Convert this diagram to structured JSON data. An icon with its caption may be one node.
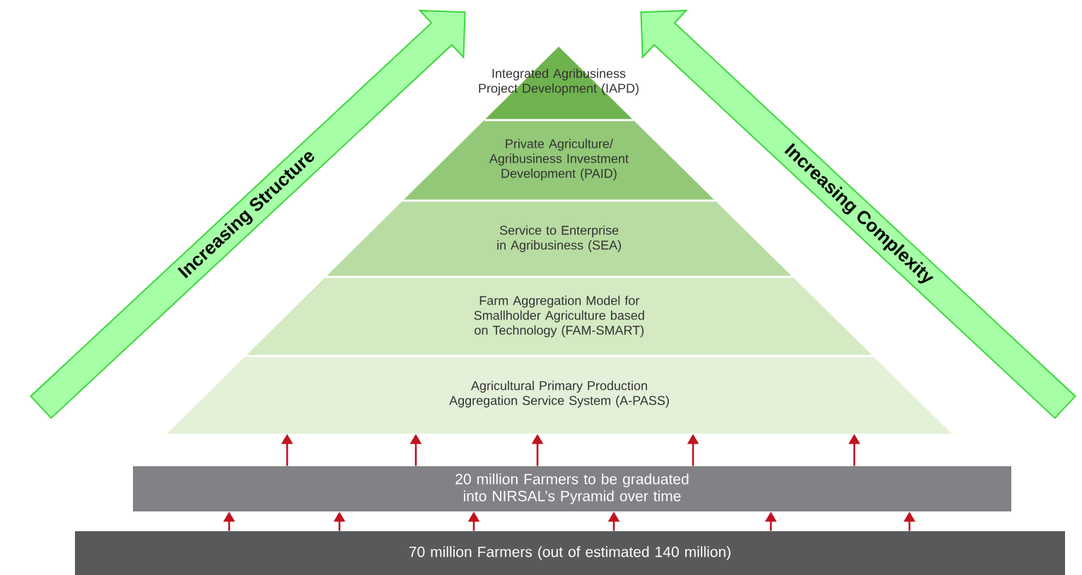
{
  "diagram": {
    "nodes": [
      {
        "text": [
          "Integrated Agribusiness Project Development (IAPD)"
        ]
      },
      {
        "text": [
          "Private Agriculture/ Agribusiness Investment Development (PAID)"
        ]
      },
      {
        "text": [
          "Service to Enterprise in Agribusiness (SEA)"
        ]
      },
      {
        "text": [
          "Farm Aggregation Model for Smallholder Agriculture based on Technology (FAM-SMART)"
        ]
      },
      {
        "text": [
          "Agricultural Primary Production Aggregation Service System (A-PASS)"
        ]
      },
      {
        "text": [
          "20 million Farmers to be graduated into NIRSAL’s Pyramid over time"
        ]
      },
      {
        "text": [
          "70 million Farmers (out of estimated 140 million)"
        ]
      }
    ],
    "edges": [
      {
        "from": 6,
        "to": 5,
        "arrow": "to"
      },
      {
        "from": 6,
        "to": 5,
        "arrow": "to"
      },
      {
        "from": 6,
        "to": 5,
        "arrow": "to"
      },
      {
        "from": 6,
        "to": 5,
        "arrow": "to"
      },
      {
        "from": 6,
        "to": 5,
        "arrow": "to"
      },
      {
        "from": 6,
        "to": 5,
        "arrow": "to"
      },
      {
        "from": 5,
        "to": 4,
        "arrow": "to"
      },
      {
        "from": 5,
        "to": 4,
        "arrow": "to"
      },
      {
        "from": 5,
        "to": 4,
        "arrow": "to"
      },
      {
        "from": 5,
        "to": 4,
        "arrow": "to"
      },
      {
        "from": 5,
        "to": 4,
        "arrow": "to"
      }
    ],
    "labels": [
      "Increasing Structure",
      "Increasing Complexity"
    ]
  }
}
